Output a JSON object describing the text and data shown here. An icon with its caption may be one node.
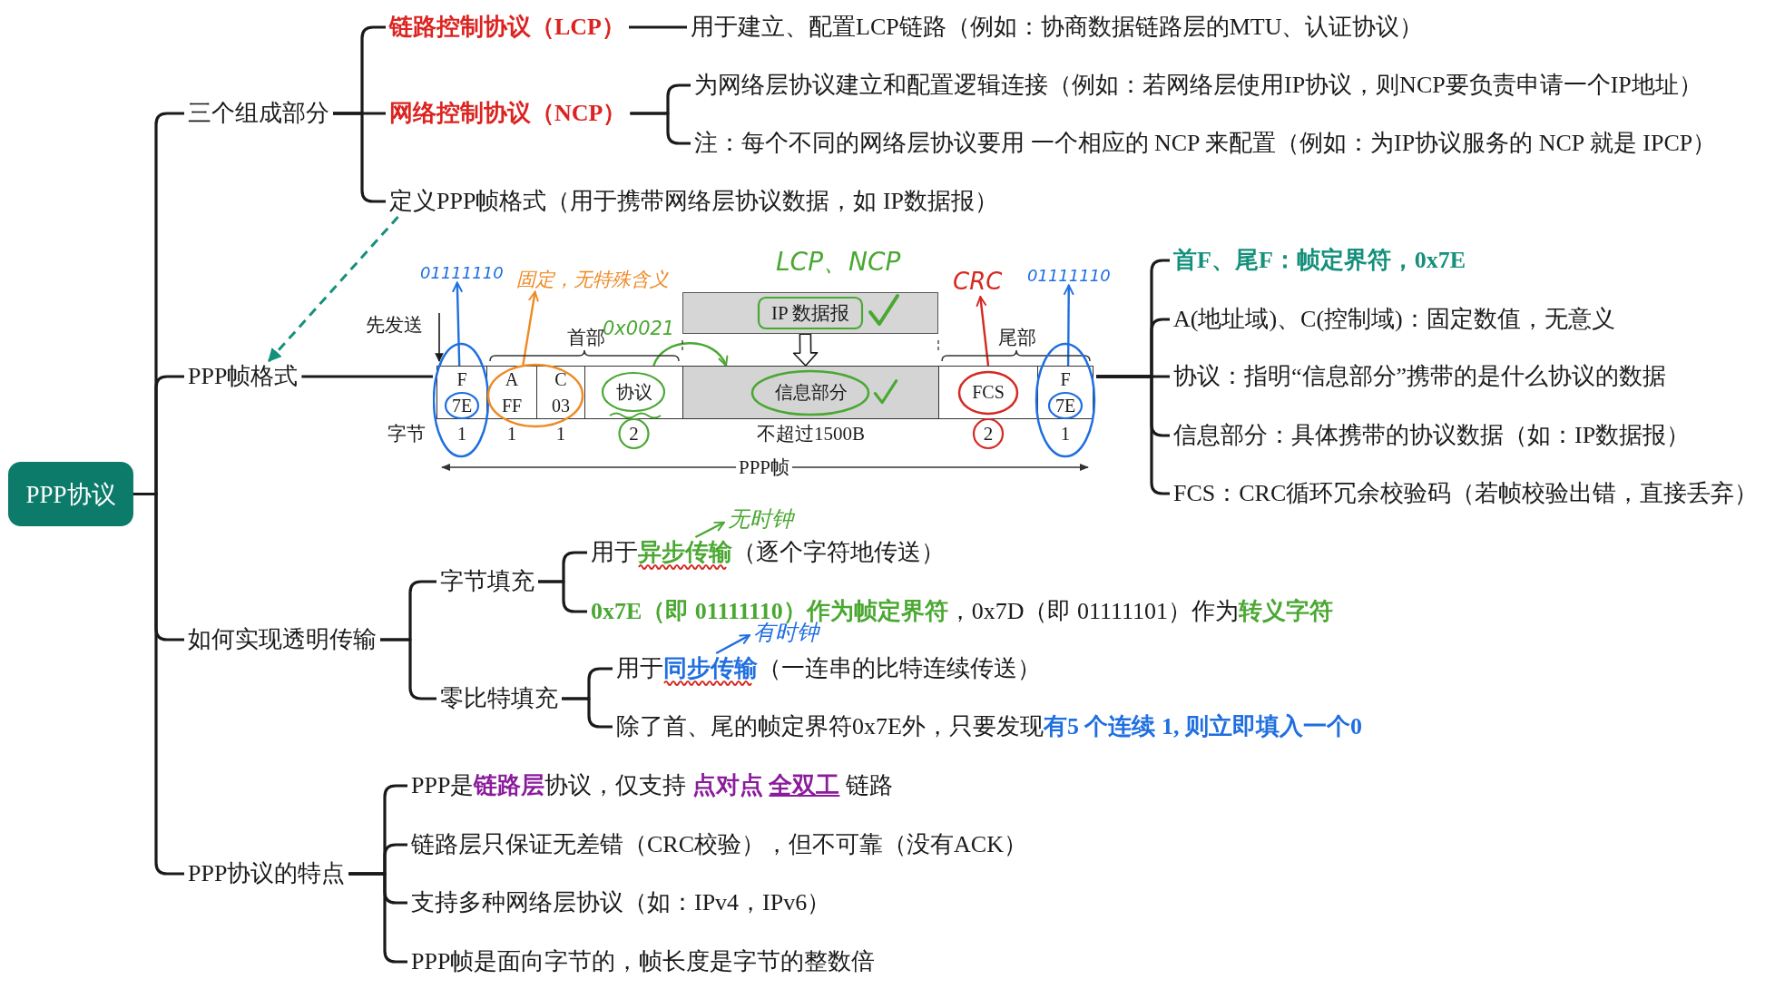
{
  "diagram": {
    "nodes": [
      {
        "text": [
          "PPP协议"
        ]
      },
      {
        "text": [
          "三个组成部分"
        ]
      },
      {
        "text": [
          "链路控制协议（LCP）"
        ]
      },
      {
        "text": [
          "用于建立、配置LCP链路（例如：协商数据链路层的MTU、认证协议）"
        ]
      },
      {
        "text": [
          "网络控制协议（NCP）"
        ]
      },
      {
        "text": [
          "为网络层协议建立和配置逻辑连接（例如：若网络层使用IP协议，则NCP要负责申请一个IP地址）"
        ]
      },
      {
        "text": [
          "注：每个不同的网络层协议要用 一个相应的 NCP 来配置（例如：为IP协议服务的 NCP 就是 IPCP）"
        ]
      },
      {
        "text": [
          "定义PPP帧格式（用于携带网络层协议数据，如 IP数据报）"
        ]
      },
      {
        "text": [
          "PPP帧格式"
        ]
      },
      {
        "text": [],
        "shape": "picture"
      },
      {
        "text": [
          "01111110"
        ]
      },
      {
        "text": [
          "固定，无特殊含义"
        ]
      },
      {
        "text": [
          "CRC"
        ]
      },
      {
        "text": [
          "01111110"
        ]
      },
      {
        "text": [
          "IP 数据报"
        ],
        "in": 9,
        "beside": [
          "LCP、NCP"
        ]
      },
      {
        "text": [
          "F",
          "7E"
        ],
        "in": 9,
        "beside": [
          "1"
        ]
      },
      {
        "text": [
          "A",
          "FF"
        ],
        "in": 9,
        "beside": [
          "1"
        ]
      },
      {
        "text": [
          "C",
          "03"
        ],
        "in": 9,
        "beside": [
          "1"
        ]
      },
      {
        "text": [
          "协议"
        ],
        "in": 9,
        "beside": [
          "2"
        ]
      },
      {
        "text": [
          "信息部分"
        ],
        "in": 9,
        "beside": [
          "不超过1500B"
        ]
      },
      {
        "text": [
          "FCS"
        ],
        "in": 9,
        "beside": [
          "2"
        ]
      },
      {
        "text": [
          "F",
          "7E"
        ],
        "in": 9,
        "beside": [
          "1"
        ]
      },
      {
        "text": [
          "首F、尾F：帧定界符，0x7E"
        ]
      },
      {
        "text": [
          "A(地址域)、C(控制域)：固定数值，无意义"
        ]
      },
      {
        "text": [
          "协议：指明“信息部分”携带的是什么协议的数据"
        ]
      },
      {
        "text": [
          "信息部分：具体携带的协议数据（如：IP数据报）"
        ]
      },
      {
        "text": [
          "FCS：CRC循环冗余校验码（若帧校验出错，直接丢弃）"
        ]
      },
      {
        "text": [
          "如何实现透明传输"
        ]
      },
      {
        "text": [
          "字节填充"
        ]
      },
      {
        "text": [
          "无时钟"
        ]
      },
      {
        "text": [
          "用于**异步传输**（逐个字符地传送）"
        ]
      },
      {
        "text": [
          "**0x7E（即 01111110）作为帧定界符**，0x7D（即 01111101）作为**转义字符**"
        ]
      },
      {
        "text": [
          "零比特填充"
        ]
      },
      {
        "text": [
          "有时钟"
        ]
      },
      {
        "text": [
          "用于**同步传输**（一连串的比特连续传送）"
        ]
      },
      {
        "text": [
          "除了首、尾的帧定界符0x7E外，只要发现**有5 个连续 1, 则立即填入一个0**"
        ]
      },
      {
        "text": [
          "PPP协议的特点"
        ]
      },
      {
        "text": [
          "PPP是**链路层**协议，仅支持 **点对点** **全双工** 链路"
        ]
      },
      {
        "text": [
          "链路层只保证无差错（CRC校验），但不可靠（没有ACK）"
        ]
      },
      {
        "text": [
          "支持多种网络层协议（如：IPv4，IPv6）"
        ]
      },
      {
        "text": [
          "PPP帧是面向字节的，帧长度是字节的整数倍"
        ]
      }
    ],
    "edges": [
      {
        "from": 0,
        "to": 1,
        "arrow": "none"
      },
      {
        "from": 0,
        "to": 8,
        "arrow": "none"
      },
      {
        "from": 0,
        "to": 27,
        "arrow": "none"
      },
      {
        "from": 0,
        "to": 36,
        "arrow": "none"
      },
      {
        "from": 1,
        "to": 2,
        "arrow": "none"
      },
      {
        "from": 1,
        "to": 4,
        "arrow": "none"
      },
      {
        "from": 1,
        "to": 7,
        "arrow": "none"
      },
      {
        "from": 2,
        "to": 3,
        "arrow": "none"
      },
      {
        "from": 4,
        "to": 5,
        "arrow": "none"
      },
      {
        "from": 4,
        "to": 6,
        "arrow": "none"
      },
      {
        "from": 7,
        "to": 8,
        "arrow": "to",
        "style": "dashed",
        "color": "#14907b"
      },
      {
        "from": 8,
        "to": 9,
        "arrow": "none"
      },
      {
        "from": 15,
        "to": 10,
        "arrow": "to",
        "color": "#1f6fe0"
      },
      {
        "from": 16,
        "to": 11,
        "arrow": "to",
        "color": "#ef8a24"
      },
      {
        "from": 20,
        "to": 12,
        "arrow": "to",
        "color": "#d42a22"
      },
      {
        "from": 21,
        "to": 13,
        "arrow": "to",
        "color": "#1f6fe0"
      },
      {
        "from": 18,
        "to": 19,
        "arrow": "to",
        "color": "#4aa832"
      },
      {
        "from": 14,
        "to": 19,
        "arrow": "to",
        "style": "thick"
      },
      {
        "from": 9,
        "to": 22,
        "arrow": "none"
      },
      {
        "from": 9,
        "to": 23,
        "arrow": "none"
      },
      {
        "from": 9,
        "to": 24,
        "arrow": "none"
      },
      {
        "from": 9,
        "to": 25,
        "arrow": "none"
      },
      {
        "from": 9,
        "to": 26,
        "arrow": "none"
      },
      {
        "from": 27,
        "to": 28,
        "arrow": "none"
      },
      {
        "from": 27,
        "to": 32,
        "arrow": "none"
      },
      {
        "from": 28,
        "to": 30,
        "arrow": "none"
      },
      {
        "from": 28,
        "to": 31,
        "arrow": "none"
      },
      {
        "from": 30,
        "to": 29,
        "arrow": "to",
        "color": "#4aa832"
      },
      {
        "from": 32,
        "to": 34,
        "arrow": "none"
      },
      {
        "from": 32,
        "to": 35,
        "arrow": "none"
      },
      {
        "from": 34,
        "to": 33,
        "arrow": "to",
        "color": "#1f6fe0"
      },
      {
        "from": 36,
        "to": 37,
        "arrow": "none"
      },
      {
        "from": 36,
        "to": 38,
        "arrow": "none"
      },
      {
        "from": 36,
        "to": 39,
        "arrow": "none"
      },
      {
        "from": 36,
        "to": 40,
        "arrow": "none"
      }
    ],
    "labels": [
      "先发送",
      "首部",
      "0x0021",
      "尾部",
      "字节",
      "PPP帧"
    ]
  }
}
